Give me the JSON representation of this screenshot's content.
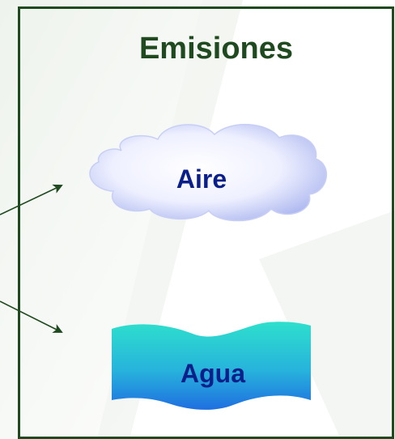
{
  "title": "Emisiones",
  "nodes": {
    "air": {
      "label": "Aire"
    },
    "water": {
      "label": "Agua"
    }
  },
  "colors": {
    "frame": "#1f4a1f",
    "title": "#1f4a1f",
    "label": "#0a1f8a",
    "arrow": "#1f4a1f",
    "cloud_light": "#ffffff",
    "cloud_dark": "#a9b4ee",
    "water_top": "#2ee0cc",
    "water_bottom": "#1f6fe0"
  }
}
